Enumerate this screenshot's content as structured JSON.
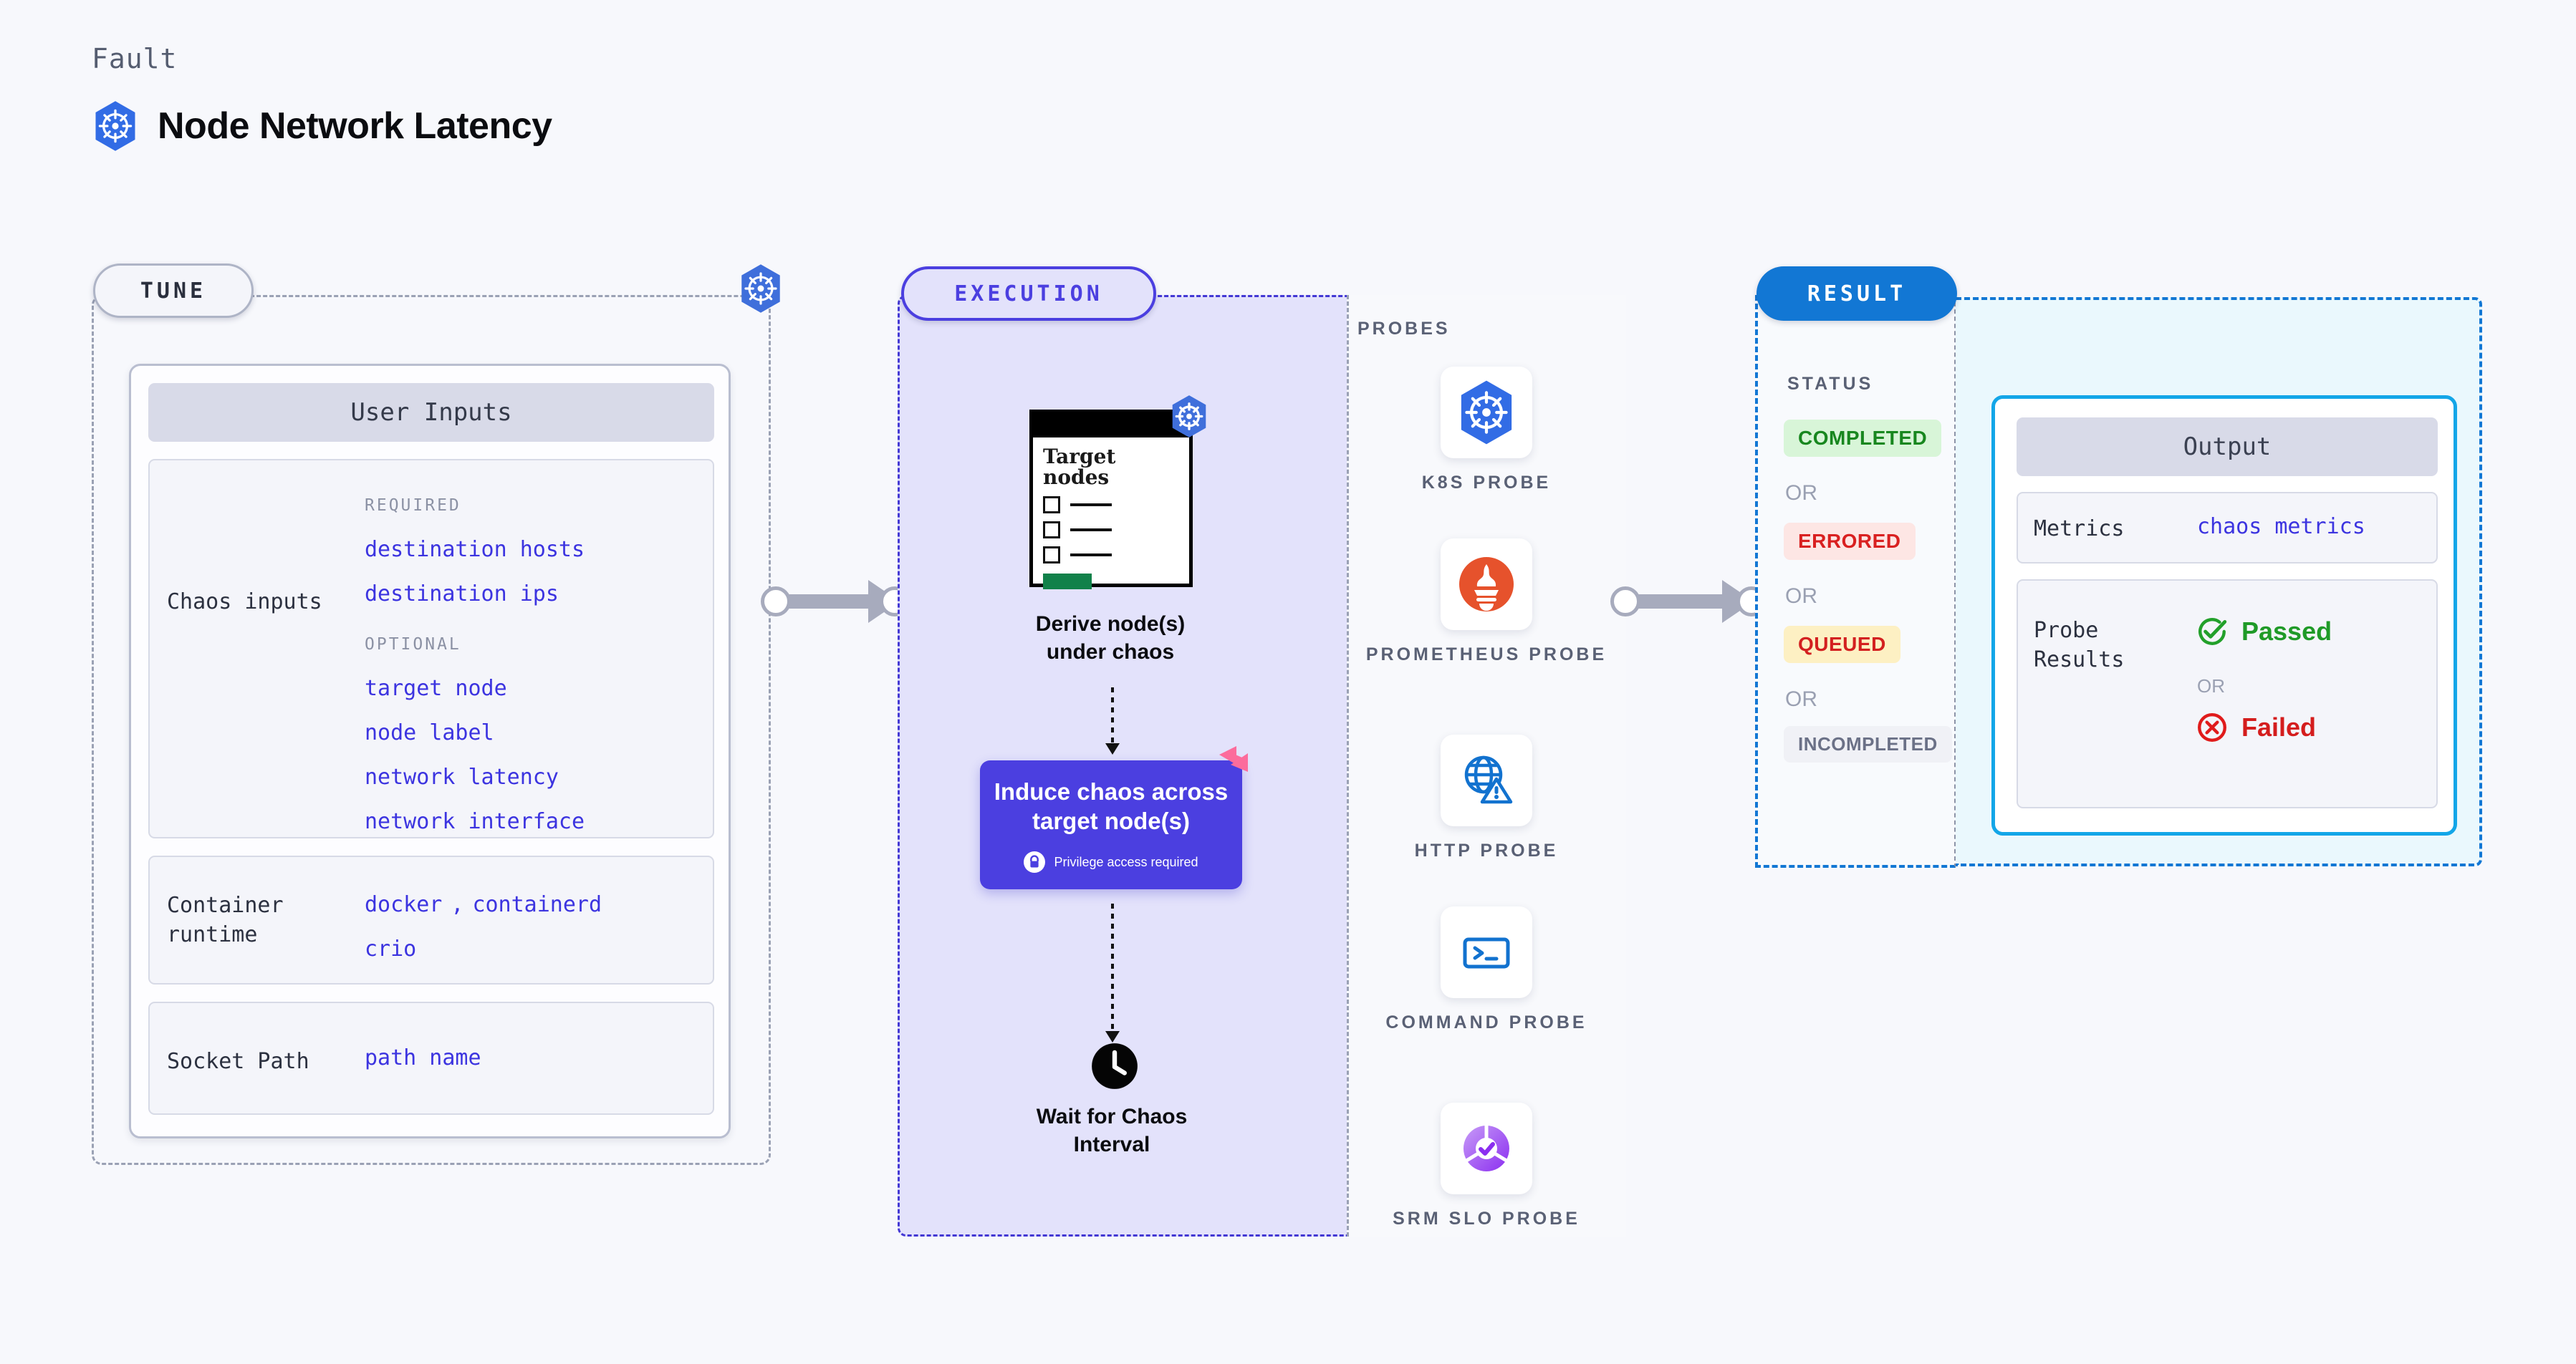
{
  "header": {
    "eyebrow": "Fault",
    "title": "Node Network Latency",
    "icon": "kubernetes-icon"
  },
  "colors": {
    "accent_purple": "#4b3fe0",
    "accent_blue": "#1277d4",
    "accent_cyan": "#13a6e8",
    "value_blue": "#3c34e0",
    "k8s_blue": "#326ce5",
    "prometheus_orange": "#e6522c",
    "success_green": "#17912f",
    "error_red": "#d32020",
    "warning_yellow": "#fdf0c3",
    "pink_ribbon": "#fc6c9c"
  },
  "tune": {
    "tag": "TUNE",
    "badge_icon": "kubernetes-icon",
    "card_title": "User Inputs",
    "rows": [
      {
        "label": "Chaos inputs",
        "groups": [
          {
            "heading": "REQUIRED",
            "values": [
              "destination hosts",
              "destination ips"
            ]
          },
          {
            "heading": "OPTIONAL",
            "values": [
              "target node",
              "node label",
              "network latency",
              "network interface"
            ]
          }
        ]
      },
      {
        "label": "Container runtime",
        "values_line1": [
          "docker",
          "containerd"
        ],
        "separator": ",",
        "values_line2": [
          "crio"
        ]
      },
      {
        "label": "Socket Path",
        "values": [
          "path name"
        ]
      }
    ]
  },
  "execution": {
    "tag": "EXECUTION",
    "target_card": {
      "heading_line1": "Target",
      "heading_line2": "nodes",
      "badge_icon": "kubernetes-icon",
      "checkbox_count": 3,
      "button_icon": "green-button"
    },
    "steps": [
      {
        "id": "derive",
        "label_line1": "Derive node(s)",
        "label_line2": "under chaos"
      },
      {
        "id": "chaos",
        "label_line1": "Induce chaos across",
        "label_line2": "target node(s)",
        "note": "Privilege access required",
        "note_icon": "lock-icon",
        "ribbon_icon": "litmus-ribbon-icon"
      },
      {
        "id": "wait",
        "icon": "clock-icon",
        "label_line1": "Wait for Chaos",
        "label_line2": "Interval"
      }
    ]
  },
  "probes": {
    "title": "PROBES",
    "items": [
      {
        "label": "K8S PROBE",
        "icon": "kubernetes-icon"
      },
      {
        "label": "PROMETHEUS PROBE",
        "icon": "prometheus-icon"
      },
      {
        "label": "HTTP PROBE",
        "icon": "http-globe-warning-icon"
      },
      {
        "label": "COMMAND PROBE",
        "icon": "terminal-icon"
      },
      {
        "label": "SRM SLO PROBE",
        "icon": "srm-slo-icon"
      }
    ]
  },
  "result": {
    "tag": "RESULT",
    "status_title": "STATUS",
    "or_label": "OR",
    "statuses": [
      {
        "label": "COMPLETED",
        "bg": "#d8f5d8",
        "fg": "#18871f"
      },
      {
        "label": "ERRORED",
        "bg": "#fde6e4",
        "fg": "#d92020"
      },
      {
        "label": "QUEUED",
        "bg": "#fdf0c3",
        "fg": "#d32020"
      },
      {
        "label": "INCOMPLETED",
        "bg": "#f0f1f6",
        "fg": "#6b7187"
      }
    ],
    "output": {
      "title": "Output",
      "metrics_label": "Metrics",
      "metrics_value": "chaos metrics",
      "probe_results_label_line1": "Probe",
      "probe_results_label_line2": "Results",
      "passed_label": "Passed",
      "passed_icon": "check-circle-icon",
      "failed_label": "Failed",
      "failed_icon": "x-circle-icon",
      "or_label": "OR"
    }
  }
}
